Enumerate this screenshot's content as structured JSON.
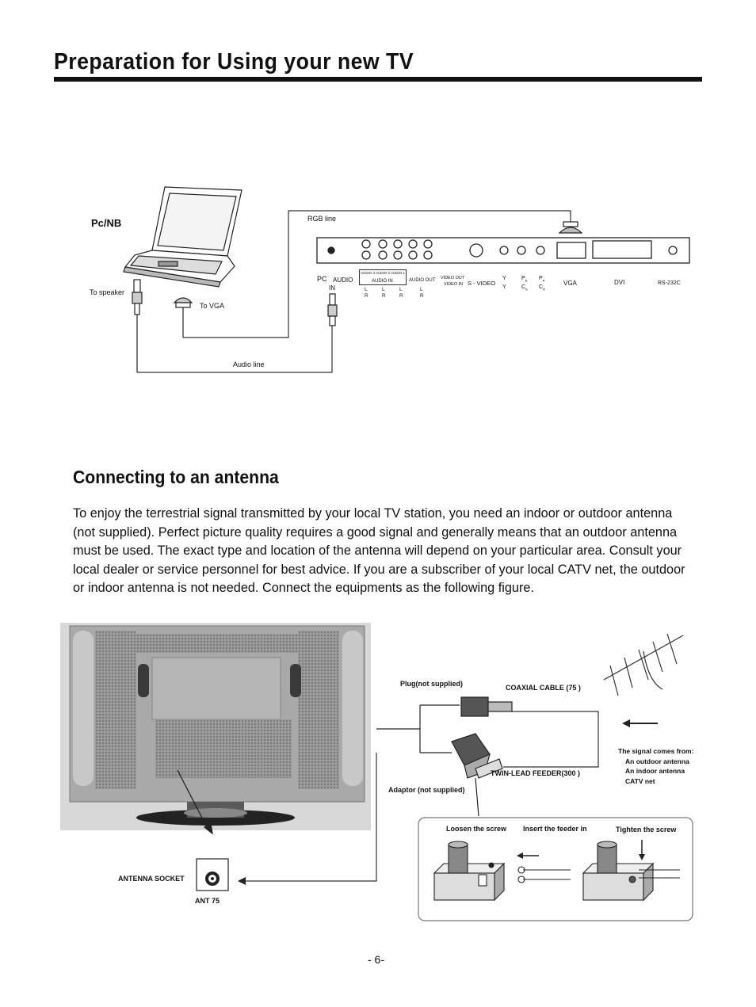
{
  "page": {
    "title": "Preparation for Using your new TV",
    "page_number": "- 6-"
  },
  "pc_diagram": {
    "pc_label": "Pc/NB",
    "rgb_line": "RGB line",
    "to_speaker": "To speaker",
    "to_vga": "To VGA",
    "audio_line": "Audio line",
    "pc_audio_in_1": "PC",
    "pc_audio_in_2": "AUDIO",
    "pc_audio_in_3": "IN",
    "audio3": "AUDIO 3",
    "audio2": "AUDIO 2",
    "audio1": "AUDIO 1",
    "audio_in": "AUDIO IN",
    "audio_out": "AUDIO OUT",
    "video_out": "VIDEO OUT",
    "video_in": "VIDEO IN",
    "s_video": "S - VIDEO",
    "lr": [
      "L",
      "R"
    ],
    "y": "Y",
    "pb": "P",
    "pb_sub": "B",
    "pr": "P",
    "pr_sub": "R",
    "cb": "C",
    "cb_sub": "B",
    "cr": "C",
    "cr_sub": "R",
    "vga": "VGA",
    "dvi": "DVI",
    "rs232": "RS-232",
    "rs232_c": "C"
  },
  "antenna_section": {
    "heading": "Connecting to an antenna",
    "paragraph_lines": [
      "To enjoy the terrestrial signal transmitted by your local TV station, you need an indoor or outdoor antenna",
      " (not supplied). Perfect picture quality requires a good signal and generally means that an outdoor antenna",
      " must be used. The exact type and location of the antenna will depend on your particular area. Consult  your",
      "  local dealer or service personnel for best advice. If you are a subscriber of your local CATV net, the outdoor",
      " or indoor antenna is not needed. Connect the equipments as the following figure."
    ]
  },
  "antenna_diagram": {
    "plug": "Plug(not supplied)",
    "coaxial": "COAXIAL CABLE (75     )",
    "twin_lead": "TWIN-LEAD FEEDER(300     )",
    "adaptor": "Adaptor (not supplied)",
    "signal_from": "The signal comes from:",
    "signal_sources": [
      "An  outdoor antenna",
      "An  indoor antenna",
      "CATV net"
    ],
    "loosen": "Loosen the screw",
    "insert": "Insert the feeder in",
    "tighten": "Tighten the screw",
    "antenna_socket": "ANTENNA SOCKET",
    "ant75": "ANT 75"
  }
}
